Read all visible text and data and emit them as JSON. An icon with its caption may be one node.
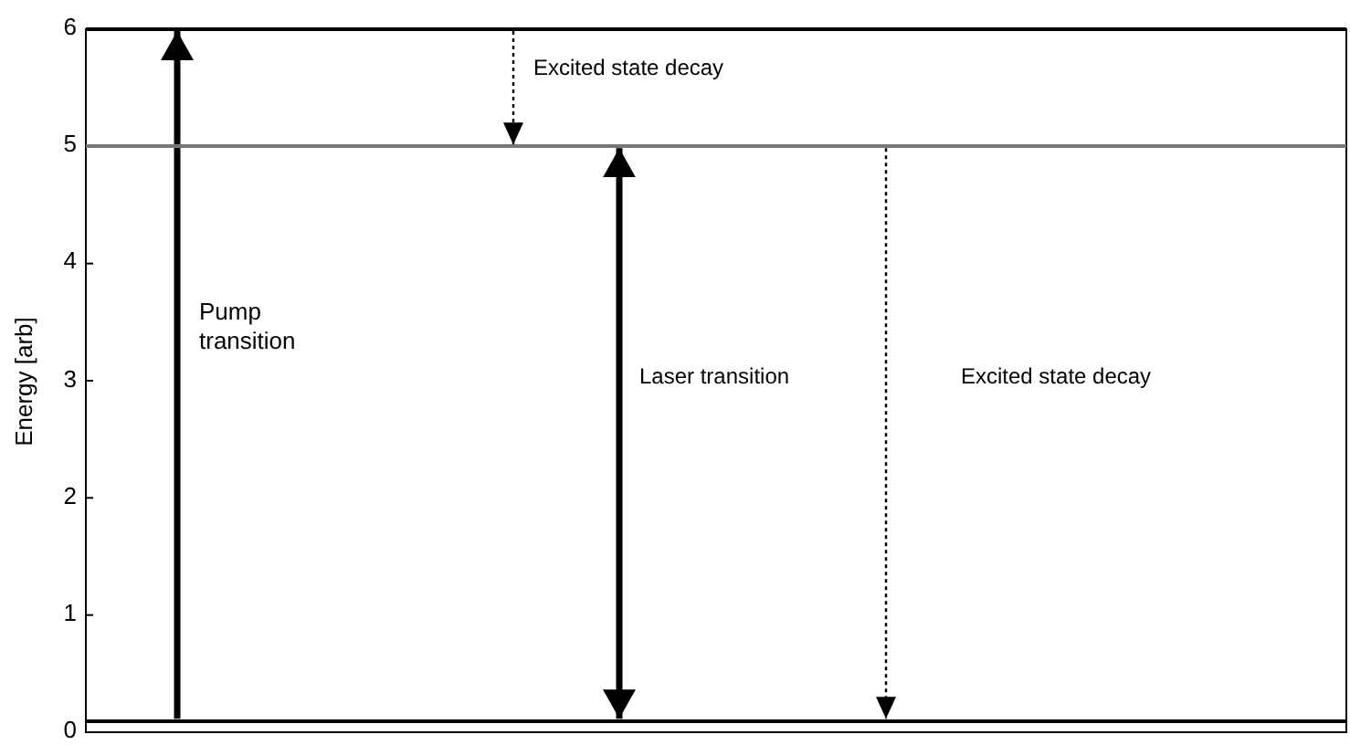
{
  "diagram": {
    "nodes": [
      {
        "text": [],
        "shape": "bar"
      },
      {
        "text": [],
        "shape": "bar"
      },
      {
        "text": [],
        "shape": "bar"
      }
    ],
    "edges": [
      {
        "from": 2,
        "to": 0,
        "arrow": "to",
        "label": "Pump transition",
        "style": "thick"
      },
      {
        "from": 0,
        "to": 1,
        "arrow": "to",
        "label": "Excited state decay",
        "style": "dashed"
      },
      {
        "from": 1,
        "to": 2,
        "arrow": "both",
        "label": "Laser transition",
        "style": "thick"
      },
      {
        "from": 1,
        "to": 2,
        "arrow": "to",
        "label": "Excited state decay",
        "style": "dashed"
      }
    ],
    "labels": [
      "6",
      "5",
      "4",
      "3",
      "2",
      "1",
      "0",
      "Energy [arb]"
    ]
  }
}
